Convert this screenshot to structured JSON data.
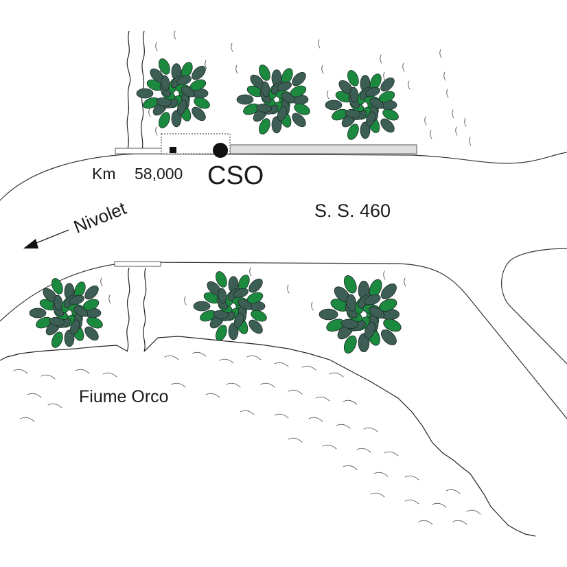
{
  "labels": {
    "km": "Km",
    "km_value": "58,000",
    "station": "CSO",
    "road": "S. S. 460",
    "direction": "Nivolet",
    "river": "Fiume Orco"
  },
  "colors": {
    "tree_light": "#1b8a3e",
    "tree_dark": "#3c5e55",
    "platform": "#e0e0e0",
    "station_marker": "#111111"
  },
  "icons": {
    "tree": "tree-icon",
    "station": "station-dot-icon",
    "direction": "arrow-left-icon"
  }
}
